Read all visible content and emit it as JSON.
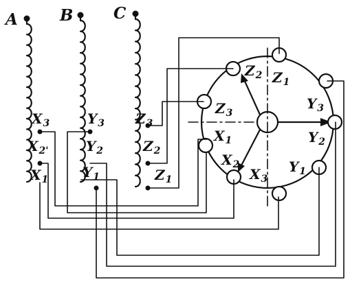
{
  "phases": [
    {
      "label": "A",
      "coils": [
        {
          "name": "X",
          "sub": "3"
        },
        {
          "name": "X",
          "sub": "2'"
        },
        {
          "name": "X",
          "sub": "1"
        }
      ]
    },
    {
      "label": "B",
      "coils": [
        {
          "name": "Y",
          "sub": "3"
        },
        {
          "name": "Y",
          "sub": "2"
        },
        {
          "name": "Y",
          "sub": "1"
        }
      ]
    },
    {
      "label": "C",
      "coils": [
        {
          "name": "Z",
          "sub": "3"
        },
        {
          "name": "Z",
          "sub": "2"
        },
        {
          "name": "Z",
          "sub": "1"
        }
      ]
    }
  ],
  "switch_contacts": [
    {
      "name": "Z",
      "sub": "2"
    },
    {
      "name": "Z",
      "sub": "1"
    },
    {
      "name": "Z",
      "sub": "3"
    },
    {
      "name": "X",
      "sub": "1"
    },
    {
      "name": "Y",
      "sub": "3"
    },
    {
      "name": "Y",
      "sub": "2"
    },
    {
      "name": "X",
      "sub": "2"
    },
    {
      "name": "X",
      "sub": "3"
    },
    {
      "name": "Y",
      "sub": "1"
    }
  ],
  "colors": {
    "ink": "#111111",
    "background": "#ffffff"
  }
}
